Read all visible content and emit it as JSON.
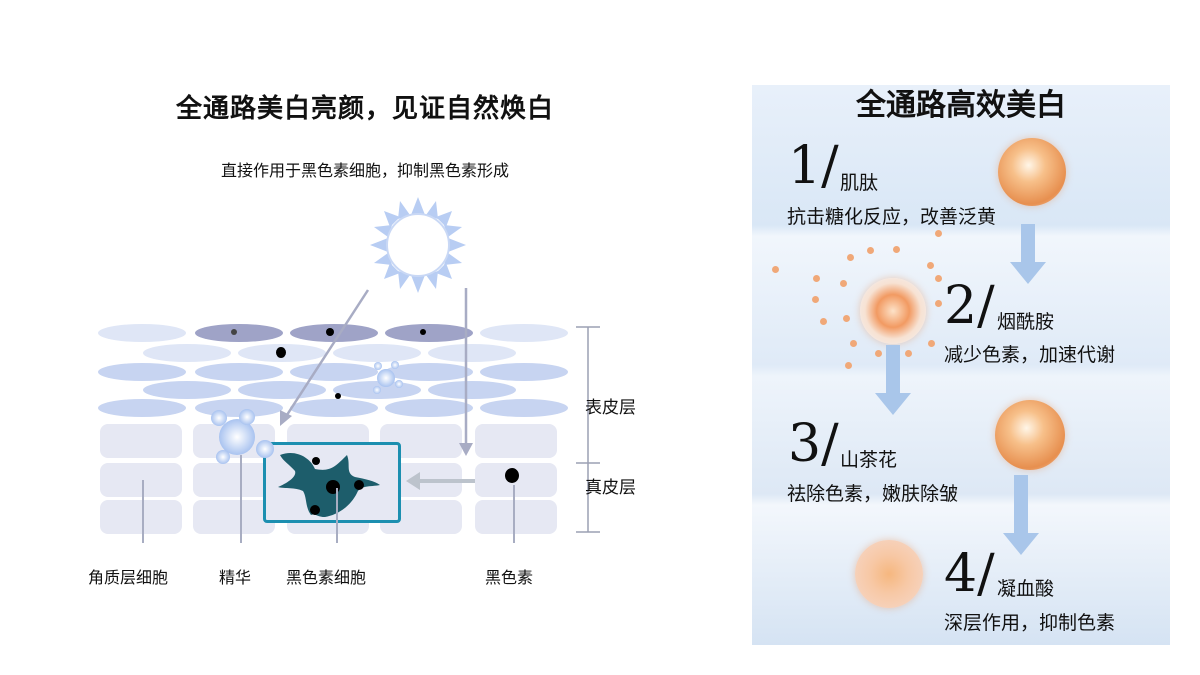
{
  "left": {
    "title": "全通路美白亮颜，见证自然焕白",
    "subtitle": "直接作用于黑色素细胞，抑制黑色素形成",
    "layers": {
      "epidermis": "表皮层",
      "dermis": "真皮层"
    },
    "labels": [
      "角质层细胞",
      "精华",
      "黑色素细胞",
      "黑色素"
    ]
  },
  "right": {
    "title": "全通路高效美白",
    "steps": [
      {
        "num": "1/",
        "name": "肌肽",
        "desc": "抗击糖化反应，改善泛黄"
      },
      {
        "num": "2/",
        "name": "烟酰胺",
        "desc": "减少色素，加速代谢"
      },
      {
        "num": "3/",
        "name": "山茶花",
        "desc": "祛除色素，嫩肤除皱"
      },
      {
        "num": "4/",
        "name": "凝血酸",
        "desc": "深层作用，抑制色素"
      }
    ]
  }
}
